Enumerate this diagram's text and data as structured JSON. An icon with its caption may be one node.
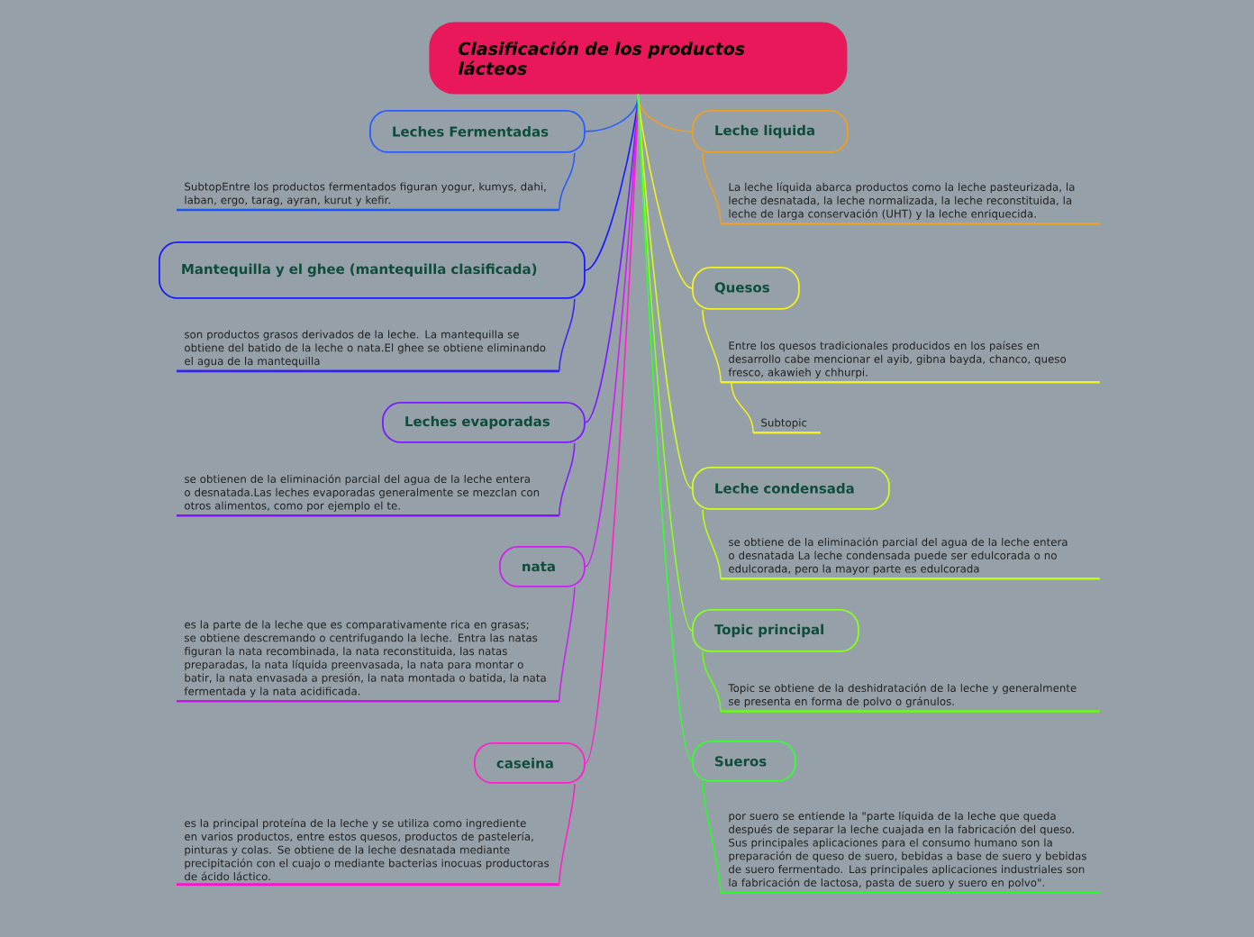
{
  "diagram": {
    "nodes": [
      {
        "text": [
          "Clasificación de los productos lácteos"
        ]
      },
      {
        "text": [
          "Leches Fermentadas"
        ]
      },
      {
        "text": [
          "SubtopEntre los productos fermentados figuran yogur, kumys, dahi, laban, ergo, tarag, ayran, kurut y kefir."
        ]
      },
      {
        "text": [
          "Mantequilla y el ghee (mantequilla clasificada)"
        ]
      },
      {
        "text": [
          "son productos grasos derivados de la leche. La mantequilla se obtiene del batido de la leche o nata.El ghee se obtiene eliminando el agua de la mantequilla"
        ]
      },
      {
        "text": [
          "Leches evaporadas"
        ]
      },
      {
        "text": [
          "se obtienen de la eliminación parcial del agua de la leche entera o desnatada.Las leches evaporadas generalmente se mezclan con otros alimentos, como por ejemplo el te."
        ]
      },
      {
        "text": [
          "nata"
        ]
      },
      {
        "text": [
          "es la parte de la leche que es comparativamente rica en grasas; se obtiene descremando o centrifugando la leche. Entra las natas figuran la nata recombinada, la nata reconstituida, las natas preparadas, la nata líquida preenvasada, la nata para montar o batir, la nata envasada a presión, la nata montada o batida, la nata fermentada y la nata acidificada."
        ]
      },
      {
        "text": [
          "caseina"
        ]
      },
      {
        "text": [
          "es la principal proteína de la leche y se utiliza como ingrediente en varios productos, entre estos quesos, productos de pastelería, pinturas y colas. Se obtiene de la leche desnatada mediante precipitación con el cuajo o mediante bacterias inocuas productoras de ácido láctico."
        ]
      },
      {
        "text": [
          "Leche liquida"
        ]
      },
      {
        "text": [
          "La leche líquida abarca productos como la leche pasteurizada, la leche desnatada, la leche normalizada, la leche reconstituida, la leche de larga conservación (UHT) y la leche enriquecida."
        ]
      },
      {
        "text": [
          "Quesos"
        ]
      },
      {
        "text": [
          "Entre los quesos tradicionales producidos en los países en desarrollo cabe mencionar el ayib, gibna bayda, chanco, queso fresco, akawieh y chhurpi."
        ]
      },
      {
        "text": [
          "Subtopic"
        ]
      },
      {
        "text": [
          "Leche condensada"
        ]
      },
      {
        "text": [
          "se obtiene de la eliminación parcial del agua de la leche entera o desnatada La leche condensada puede ser edulcorada o no edulcorada, pero la mayor parte es edulcorada"
        ]
      },
      {
        "text": [
          "Topic principal"
        ]
      },
      {
        "text": [
          "Topic  se obtiene de la deshidratación de la leche y generalmente se presenta en forma de polvo o gránulos."
        ]
      },
      {
        "text": [
          "Sueros"
        ]
      },
      {
        "text": [
          "por suero se entiende la \"parte líquida de la leche que queda después de separar la leche cuajada en la fabricación del queso. Sus principales aplicaciones para el consumo humano son la preparación de queso de suero, bebidas a base de suero y bebidas de suero fermentado. Las principales aplicaciones industriales son la fabricación de lactosa, pasta de suero y suero en polvo\"."
        ]
      }
    ],
    "edges": [
      {
        "from": 0,
        "to": 1,
        "arrow": "none",
        "color": "#2a5cff"
      },
      {
        "from": 1,
        "to": 2,
        "arrow": "none",
        "color": "#2a5cff"
      },
      {
        "from": 0,
        "to": 3,
        "arrow": "none",
        "color": "#1a1aff"
      },
      {
        "from": 3,
        "to": 4,
        "arrow": "none",
        "color": "#3a2af0"
      },
      {
        "from": 0,
        "to": 5,
        "arrow": "none",
        "color": "#7a1aff"
      },
      {
        "from": 5,
        "to": 6,
        "arrow": "none",
        "color": "#8a1aff"
      },
      {
        "from": 0,
        "to": 7,
        "arrow": "none",
        "color": "#cc22ee"
      },
      {
        "from": 7,
        "to": 8,
        "arrow": "none",
        "color": "#cc22ee"
      },
      {
        "from": 0,
        "to": 9,
        "arrow": "none",
        "color": "#ff20cc"
      },
      {
        "from": 9,
        "to": 10,
        "arrow": "none",
        "color": "#ff20cc"
      },
      {
        "from": 0,
        "to": 11,
        "arrow": "none",
        "color": "#f0a020"
      },
      {
        "from": 11,
        "to": 12,
        "arrow": "none",
        "color": "#f0a020"
      },
      {
        "from": 0,
        "to": 13,
        "arrow": "none",
        "color": "#f5f020"
      },
      {
        "from": 13,
        "to": 14,
        "arrow": "none",
        "color": "#f0f020"
      },
      {
        "from": 14,
        "to": 15,
        "arrow": "none",
        "color": "#f0f020"
      },
      {
        "from": 0,
        "to": 16,
        "arrow": "none",
        "color": "#ccff20"
      },
      {
        "from": 16,
        "to": 17,
        "arrow": "none",
        "color": "#b8ff10"
      },
      {
        "from": 0,
        "to": 18,
        "arrow": "none",
        "color": "#88ff20"
      },
      {
        "from": 18,
        "to": 19,
        "arrow": "none",
        "color": "#66ff10"
      },
      {
        "from": 0,
        "to": 20,
        "arrow": "none",
        "color": "#33ff33"
      },
      {
        "from": 20,
        "to": 21,
        "arrow": "none",
        "color": "#22ff22"
      }
    ]
  }
}
